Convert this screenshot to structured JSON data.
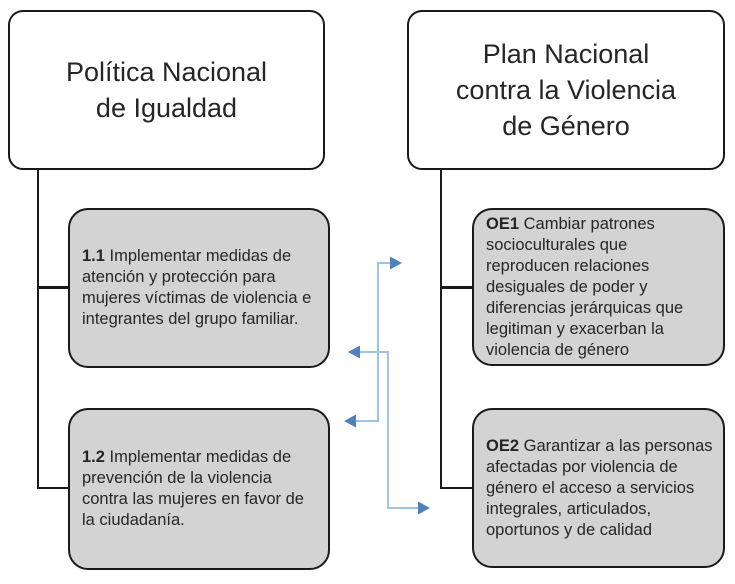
{
  "diagram_type": "flowchart",
  "colors": {
    "background": "#ffffff",
    "box_border": "#1a1a1a",
    "gray_box_fill": "#d3d3d3",
    "root_box_fill": "#ffffff",
    "black_connector": "#1a1a1a",
    "arrow_line": "#9dc3e6",
    "arrow_head": "#4e81bd"
  },
  "left_root": {
    "title": "Política Nacional de Igualdad",
    "lines": [
      "Política Nacional",
      "de Igualdad"
    ]
  },
  "right_root": {
    "title": "Plan Nacional contra la Violencia de Género",
    "lines": [
      "Plan Nacional",
      "contra la Violencia",
      "de Género"
    ]
  },
  "left_items": [
    {
      "id": "1.1",
      "text": "Implementar medidas de atención y protección para mujeres víctimas de violencia e integrantes del grupo familiar."
    },
    {
      "id": "1.2",
      "text": "Implementar medidas de prevención de la violencia contra las mujeres en favor de la ciudadanía."
    }
  ],
  "right_items": [
    {
      "id": "OE1",
      "text": "Cambiar patrones socioculturales que reproducen relaciones desiguales de poder y diferencias jerárquicas que legitiman y exacerban la violencia de género"
    },
    {
      "id": "OE2",
      "text": "Garantizar a las personas afectadas por violencia de género el acceso a servicios integrales, articulados, oportunos y de calidad"
    }
  ],
  "connections": [
    {
      "from": "1.2",
      "to": "OE1",
      "bidirectional": true
    },
    {
      "from": "1.1",
      "to": "OE2",
      "bidirectional": true
    }
  ]
}
